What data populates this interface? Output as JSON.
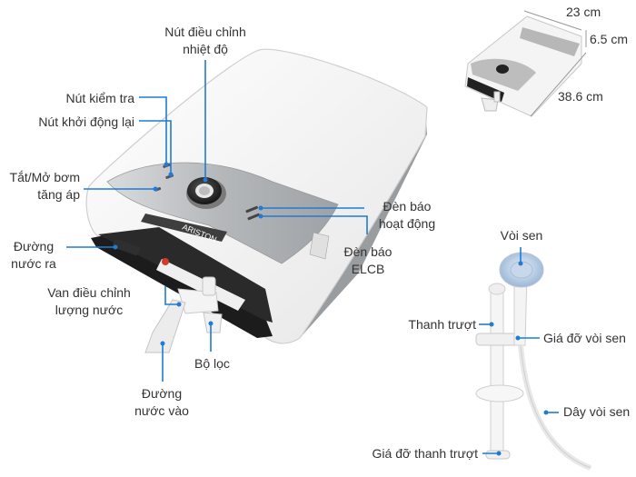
{
  "brand": "ARISTON",
  "colors": {
    "accent": "#1f7bd6",
    "body": "#f2f2f2",
    "panel": "#b9bcbf",
    "text": "#333333"
  },
  "labels": {
    "temp_knob_1": "Nút điều chỉnh",
    "temp_knob_2": "nhiệt độ",
    "test_button": "Nút kiểm tra",
    "reset_button": "Nút khởi động lại",
    "pump_1": "Tắt/Mở bơm",
    "pump_2": "tăng áp",
    "water_out_1": "Đường",
    "water_out_2": "nước ra",
    "valve_1": "Van điều chỉnh",
    "valve_2": "lượng nước",
    "filter": "Bộ lọc",
    "water_in_1": "Đường",
    "water_in_2": "nước vào",
    "indicator_1": "Đèn báo",
    "indicator_2": "hoạt động",
    "elcb_1": "Đèn báo",
    "elcb_2": "ELCB",
    "shower_head": "Vòi sen",
    "slide_bar": "Thanh trượt",
    "shower_holder": "Giá đỡ vòi sen",
    "hose": "Dây vòi sen",
    "bar_holder": "Giá đỡ thanh trượt"
  },
  "dimensions": {
    "width": "23 cm",
    "depth": "6.5 cm",
    "height": "38.6 cm"
  }
}
